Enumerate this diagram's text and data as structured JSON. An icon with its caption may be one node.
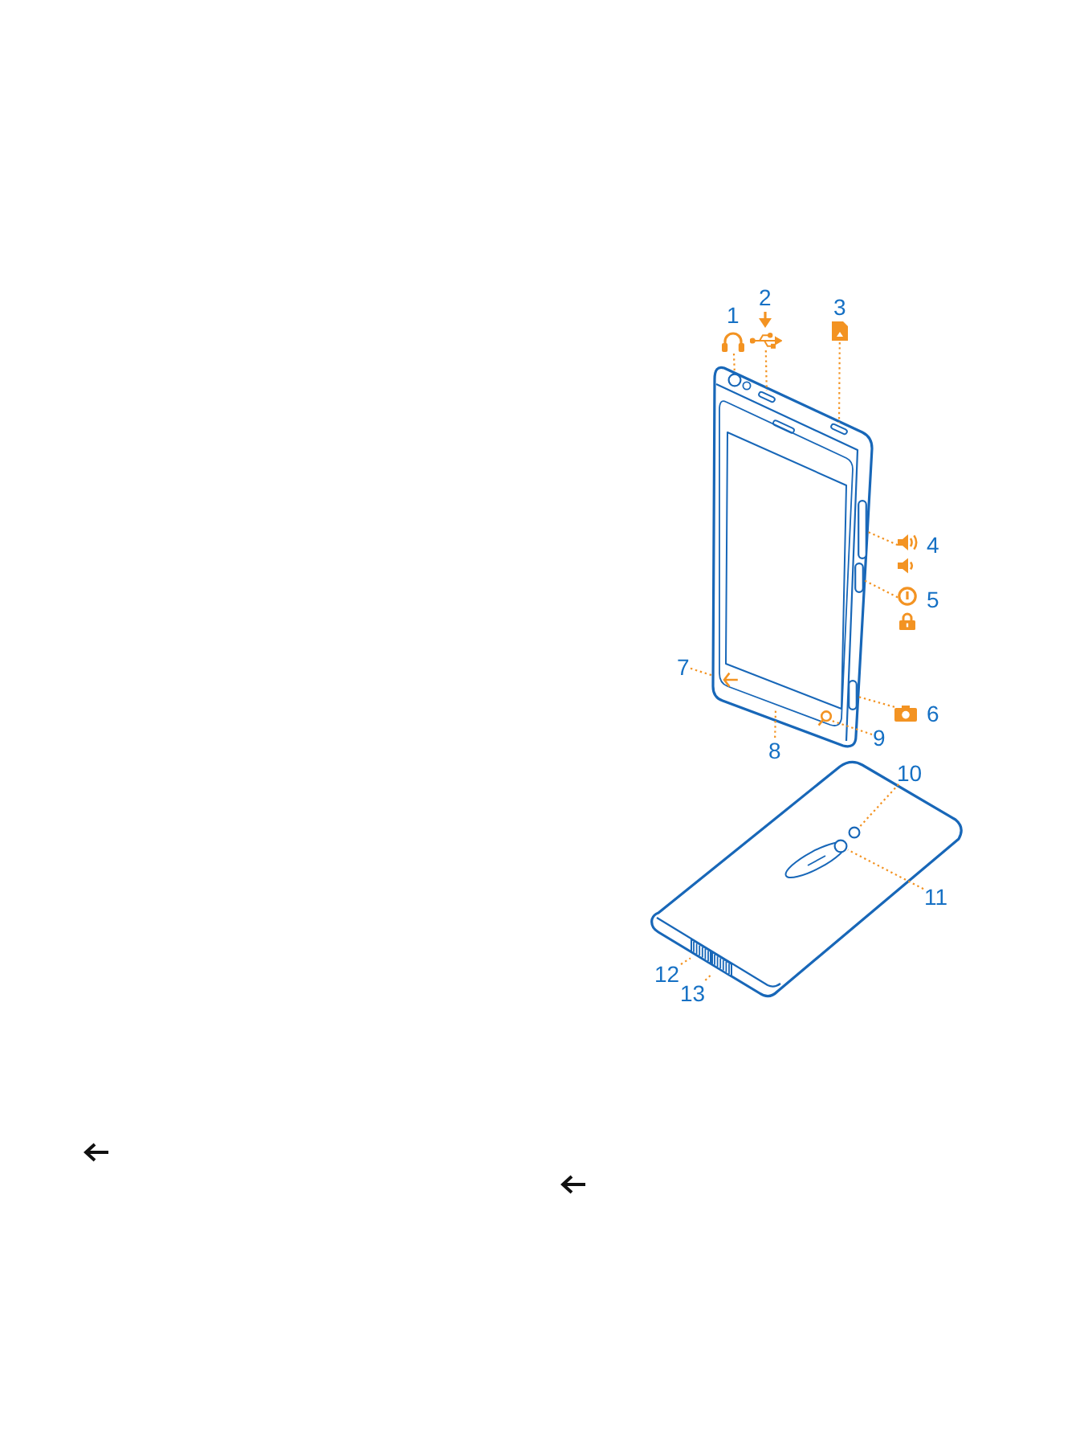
{
  "diagram": {
    "nodes": [
      {
        "text": [
          "1"
        ]
      },
      {
        "text": [
          "2"
        ]
      },
      {
        "text": [
          "3"
        ]
      },
      {
        "text": [
          "4"
        ]
      },
      {
        "text": [
          "5"
        ]
      },
      {
        "text": [
          "6"
        ]
      },
      {
        "text": [
          "7"
        ]
      },
      {
        "text": [
          "8"
        ]
      },
      {
        "text": [
          "9"
        ]
      },
      {
        "text": [
          "10"
        ]
      },
      {
        "text": [
          "11"
        ]
      },
      {
        "text": [
          "12"
        ]
      },
      {
        "text": [
          "13"
        ]
      },
      {
        "text": [],
        "shape": "circle"
      },
      {
        "text": [],
        "shape": "bar"
      },
      {
        "text": [],
        "shape": "bar"
      },
      {
        "text": [],
        "shape": "bar"
      },
      {
        "text": [],
        "shape": "bar"
      },
      {
        "text": [],
        "shape": "bar"
      },
      {
        "text": [],
        "shape": "arrow"
      },
      {
        "text": [],
        "shape": "magnifier"
      },
      {
        "text": [],
        "shape": "circle"
      },
      {
        "text": [],
        "shape": "circle"
      },
      {
        "text": [],
        "shape": "bar"
      },
      {
        "text": [],
        "shape": "bar"
      }
    ],
    "edges": [
      {
        "from": 0,
        "to": 13,
        "arrow": "none",
        "style": "dashed"
      },
      {
        "from": 1,
        "to": 14,
        "arrow": "none",
        "style": "dashed"
      },
      {
        "from": 2,
        "to": 15,
        "arrow": "none",
        "style": "dashed"
      },
      {
        "from": 3,
        "to": 16,
        "arrow": "none",
        "style": "dashed"
      },
      {
        "from": 4,
        "to": 17,
        "arrow": "none",
        "style": "dashed"
      },
      {
        "from": 5,
        "to": 18,
        "arrow": "none",
        "style": "dashed"
      },
      {
        "from": 6,
        "to": 19,
        "arrow": "none",
        "style": "dashed"
      },
      {
        "from": 7,
        "to": null,
        "arrow": "none",
        "style": "dashed"
      },
      {
        "from": 8,
        "to": 20,
        "arrow": "none",
        "style": "dashed"
      },
      {
        "from": 9,
        "to": 21,
        "arrow": "none",
        "style": "dashed"
      },
      {
        "from": 10,
        "to": 22,
        "arrow": "none",
        "style": "dashed"
      },
      {
        "from": 11,
        "to": 23,
        "arrow": "none",
        "style": "dashed"
      },
      {
        "from": 12,
        "to": 24,
        "arrow": "none",
        "style": "dashed"
      }
    ]
  }
}
